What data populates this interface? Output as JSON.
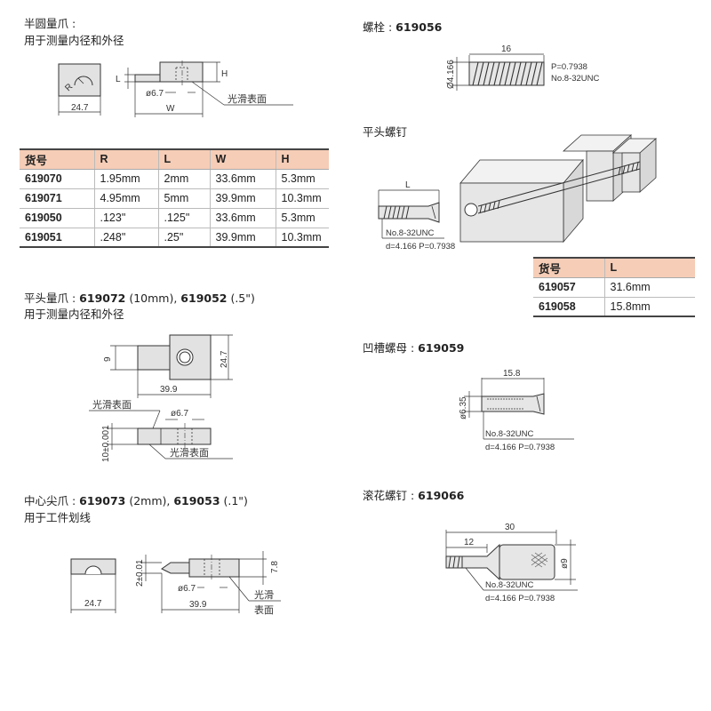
{
  "colors": {
    "table_header": "#f6cdb7",
    "line": "#333333",
    "fill": "#e2e2e2"
  },
  "half_round_jaw": {
    "title": "半圆量爪 :",
    "subtitle": "用于测量内径和外径",
    "labels": {
      "r": "R",
      "width_247": "24.7",
      "l": "L",
      "h": "H",
      "dia": "ø6.7",
      "w": "W",
      "smooth": "光滑表面"
    },
    "table": {
      "headers": [
        "货号",
        "R",
        "L",
        "W",
        "H"
      ],
      "rows": [
        [
          "619070",
          "1.95mm",
          "2mm",
          "33.6mm",
          "5.3mm"
        ],
        [
          "619071",
          "4.95mm",
          "5mm",
          "39.9mm",
          "10.3mm"
        ],
        [
          "619050",
          ".123\"",
          ".125\"",
          "33.6mm",
          "5.3mm"
        ],
        [
          "619051",
          ".248\"",
          ".25\"",
          "39.9mm",
          "10.3mm"
        ]
      ]
    }
  },
  "flat_jaw": {
    "title_prefix": "平头量爪 : ",
    "code1": "619072",
    "size1": " (10mm),  ",
    "code2": "619052",
    "size2": " (.5\")",
    "subtitle": "用于测量内径和外径",
    "labels": {
      "h9": "9",
      "w247": "24.7",
      "w399": "39.9",
      "smooth_top": "光滑表面",
      "dia": "ø6.7",
      "thick": "10±0.001",
      "smooth_bottom": "光滑表面"
    }
  },
  "center_point_jaw": {
    "title_prefix": "中心尖爪 : ",
    "code1": "619073",
    "size1": " (2mm),  ",
    "code2": "619053",
    "size2": " (.1\")",
    "subtitle": "用于工件划线",
    "labels": {
      "w247": "24.7",
      "tol": "2±0.01",
      "dia": "ø6.7",
      "h78": "7.8",
      "w399": "39.9",
      "smooth1": "光滑",
      "smooth2": "表面"
    }
  },
  "bolt": {
    "title_prefix": "螺栓 : ",
    "code": "619056",
    "labels": {
      "len": "16",
      "dia": "Ø4.166",
      "pitch": "P=0.7938",
      "thread": "No.8-32UNC"
    }
  },
  "flat_screw": {
    "title": "平头螺钉",
    "labels": {
      "l": "L",
      "thread": "No.8-32UNC",
      "spec": "d=4.166  P=0.7938"
    },
    "table": {
      "headers": [
        "货号",
        "L"
      ],
      "rows": [
        [
          "619057",
          "31.6mm"
        ],
        [
          "619058",
          "15.8mm"
        ]
      ]
    }
  },
  "groove_nut": {
    "title_prefix": "凹槽螺母 : ",
    "code": "619059",
    "labels": {
      "len": "15.8",
      "dia": "ø6.35",
      "thread": "No.8-32UNC",
      "spec": "d=4.166  P=0.7938"
    }
  },
  "knurled_screw": {
    "title_prefix": "滚花螺钉 : ",
    "code": "619066",
    "labels": {
      "len30": "30",
      "len12": "12",
      "dia": "ø9",
      "thread": "No.8-32UNC",
      "spec": "d=4.166  P=0.7938"
    }
  }
}
